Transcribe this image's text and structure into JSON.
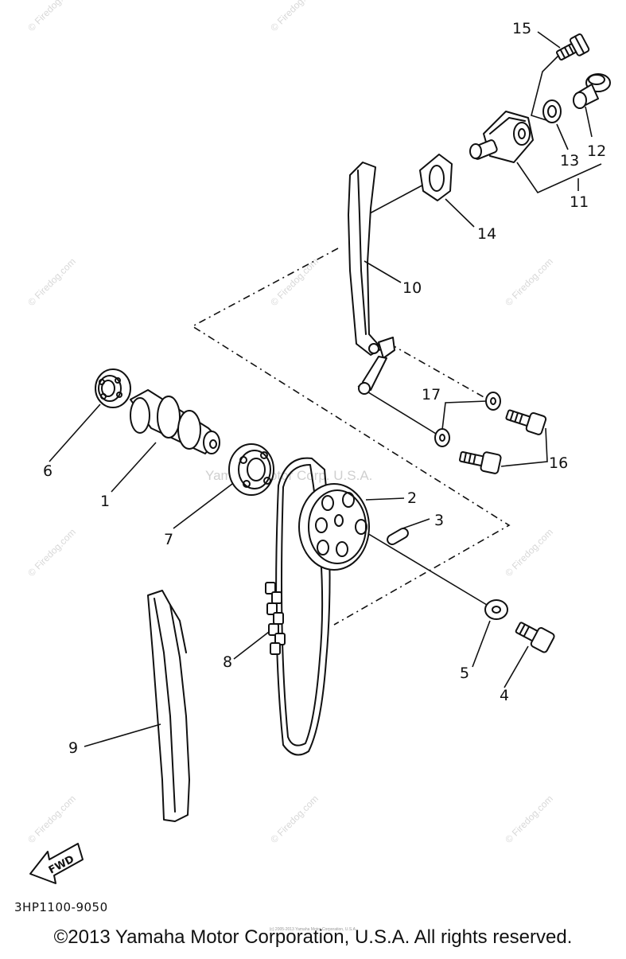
{
  "diagram": {
    "callouts": [
      "15",
      "12",
      "13",
      "11",
      "14",
      "10",
      "17",
      "16",
      "6",
      "1",
      "7",
      "2",
      "3",
      "8",
      "5",
      "4",
      "9"
    ],
    "fwd_label": "FWD",
    "drawing_code": "3HP1100-9050",
    "center_watermark": "Yamaha Motor Corp. U.S.A.",
    "watermark": "© Firedog.com",
    "copyright": "©2013 Yamaha Motor Corporation, U.S.A. All rights reserved.",
    "tiny_copyright": "(c) 2005-2013 Yamaha Motor Corporation, U.S.A."
  }
}
